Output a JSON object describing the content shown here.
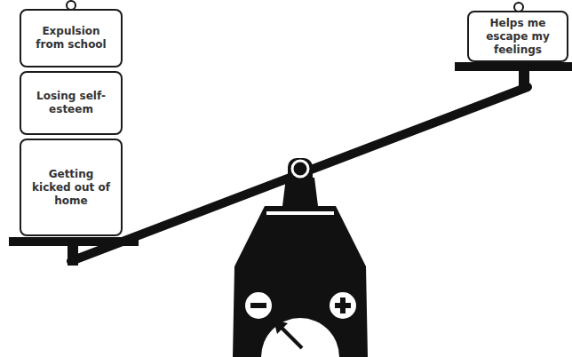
{
  "diagram": {
    "nodes": [
      {
        "text": [
          "Expulsion from school"
        ]
      },
      {
        "text": [
          "Losing self-esteem"
        ]
      },
      {
        "text": [
          "Getting kicked out of home"
        ]
      },
      {
        "text": [
          "Helps me escape my feelings"
        ]
      }
    ]
  }
}
